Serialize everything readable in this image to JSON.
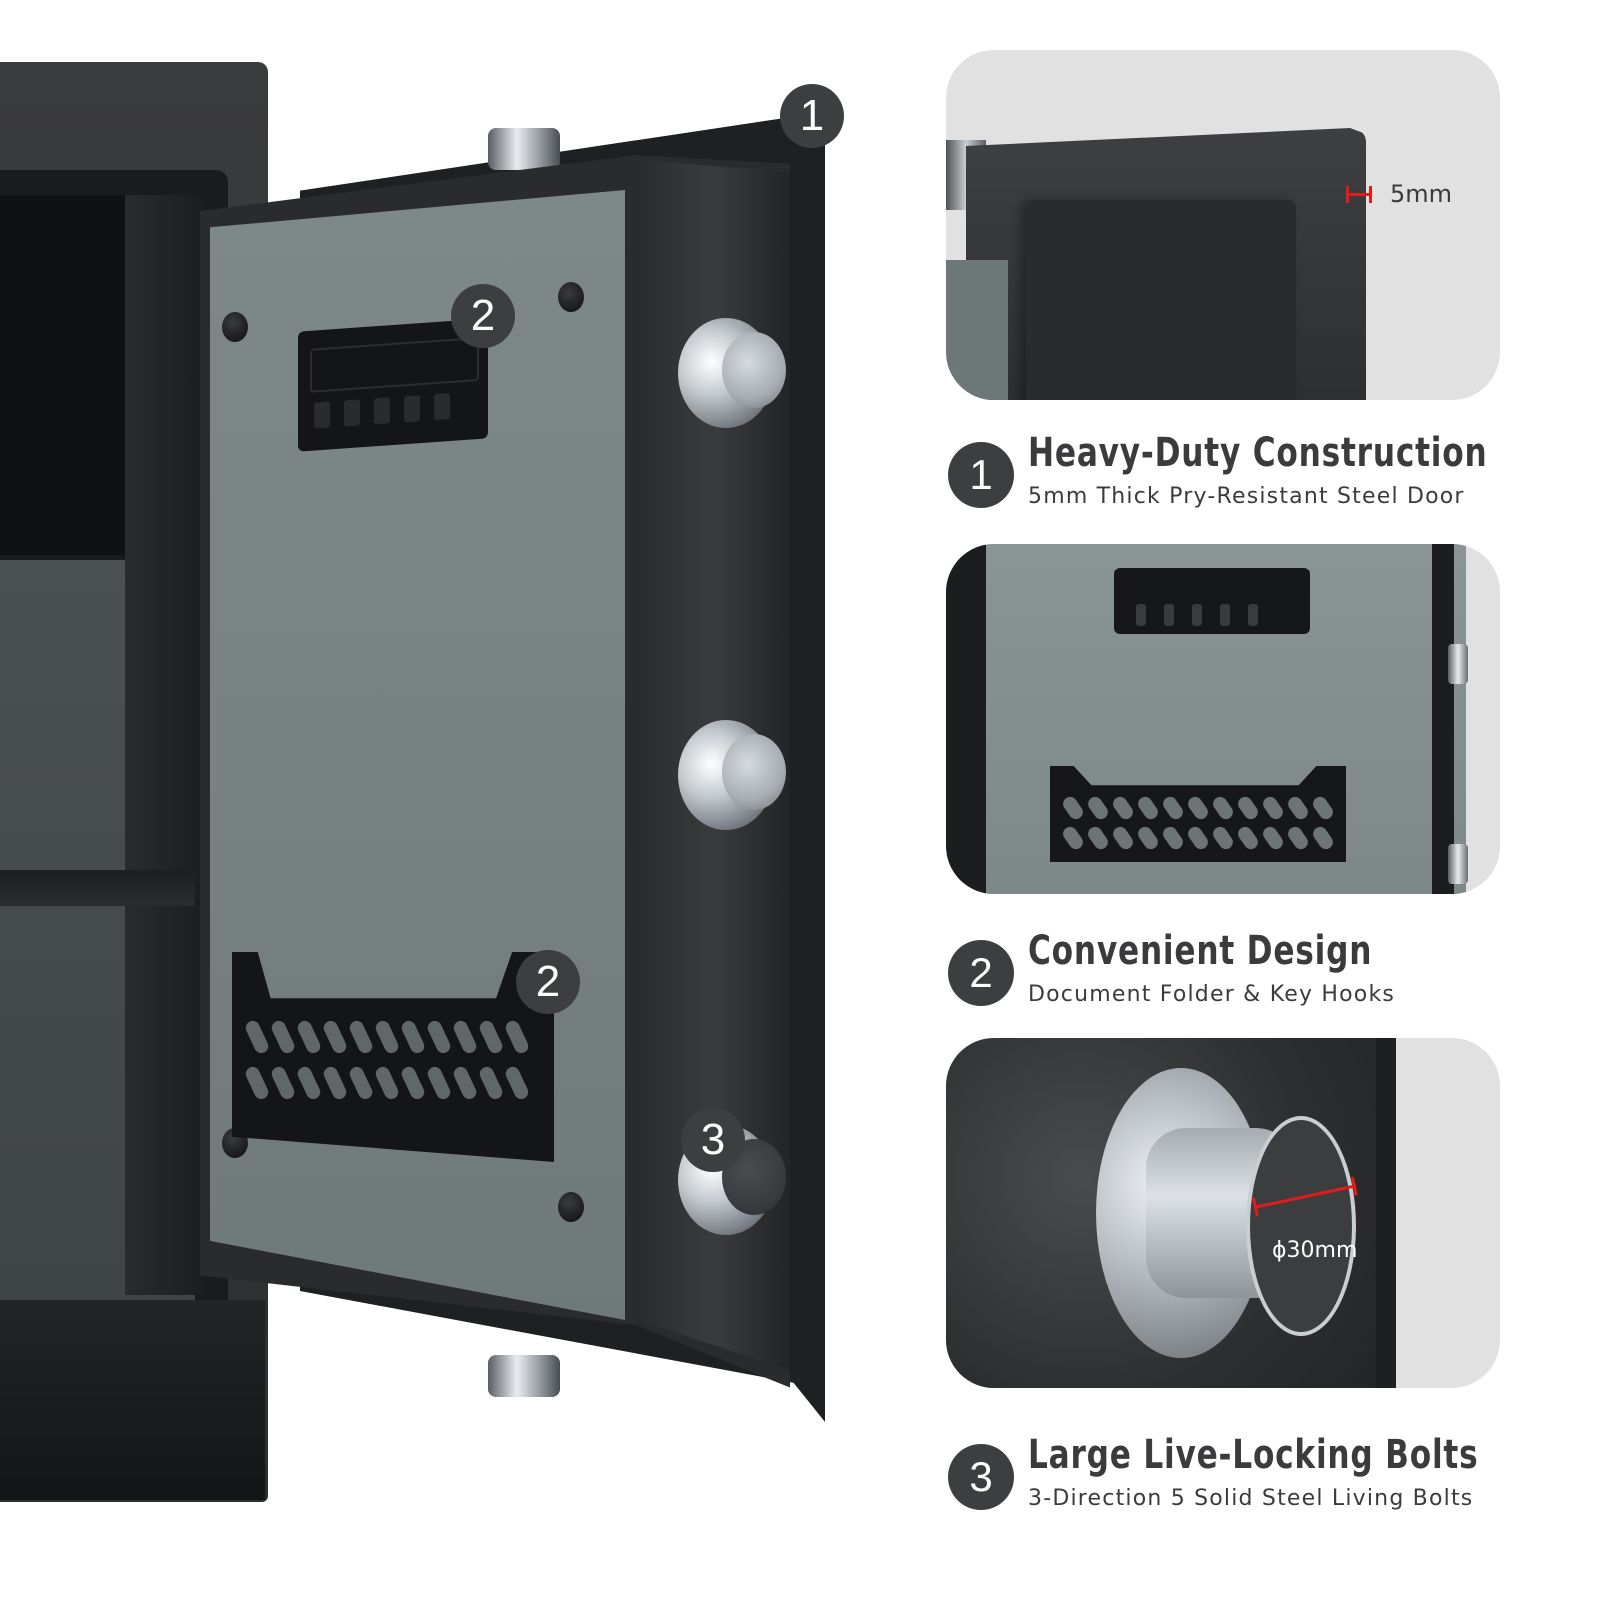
{
  "main_image": {
    "callouts": [
      {
        "id": "callout-1-door",
        "label": "1"
      },
      {
        "id": "callout-2-key-hooks",
        "label": "2"
      },
      {
        "id": "callout-2-doc-folder",
        "label": "2"
      },
      {
        "id": "callout-3-bolt",
        "label": "3"
      }
    ]
  },
  "panels": [
    {
      "measurement": "5mm",
      "measure_color": "#e31b1b"
    },
    {
      "measurement": ""
    },
    {
      "measurement": "ϕ30mm",
      "measure_color": "#e31b1b"
    }
  ],
  "features": [
    {
      "number": "1",
      "title": "Heavy-Duty Construction",
      "subtitle": "5mm Thick Pry-Resistant Steel Door"
    },
    {
      "number": "2",
      "title": "Convenient Design",
      "subtitle": "Document Folder & Key Hooks"
    },
    {
      "number": "3",
      "title": "Large Live-Locking Bolts",
      "subtitle": "3-Direction 5 Solid Steel Living Bolts"
    }
  ],
  "colors": {
    "badge_bg": "#3d3e40",
    "text_dark": "#3b3b3d",
    "panel_bg": "#e1e1e1",
    "door_grey": "#7e8888",
    "accent_red": "#e31b1b"
  }
}
